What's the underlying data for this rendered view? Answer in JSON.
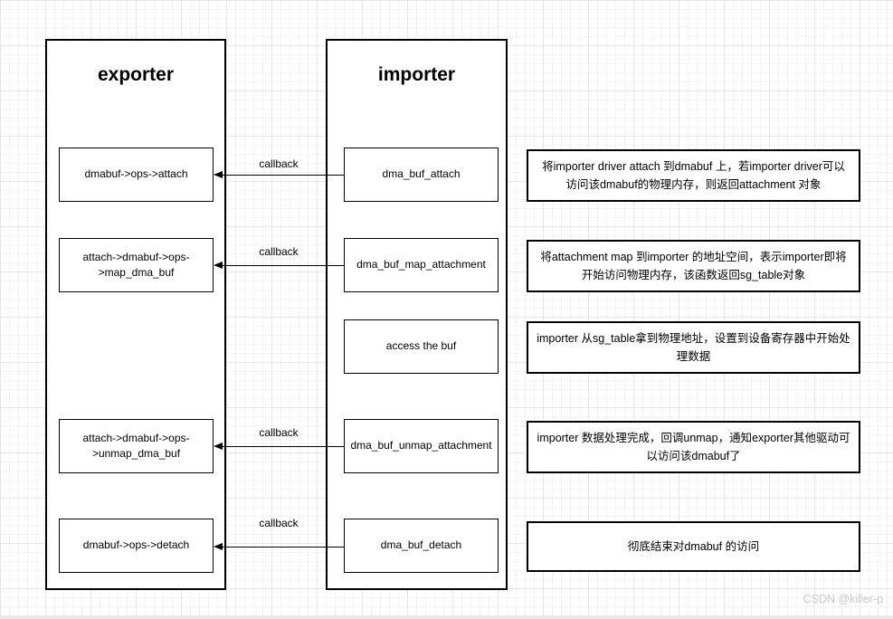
{
  "diagram": {
    "exporter": {
      "title": "exporter",
      "nodes": [
        "dmabuf->ops->attach",
        "attach->dmabuf->ops->map_dma_buf",
        "attach->dmabuf->ops->unmap_dma_buf",
        "dmabuf->ops->detach"
      ]
    },
    "importer": {
      "title": "importer",
      "nodes": [
        "dma_buf_attach",
        "dma_buf_map_attachment",
        "access the buf",
        "dma_buf_unmap_attachment",
        "dma_buf_detach"
      ]
    },
    "arrows": {
      "label": "callback"
    },
    "descriptions": [
      "将importer driver attach 到dmabuf 上，若importer driver可以访问该dmabuf的物理内存，则返回attachment 对象",
      "将attachment map 到importer 的地址空间，表示importer即将开始访问物理内存，该函数返回sg_table对象",
      "importer 从sg_table拿到物理地址，设置到设备寄存器中开始处理数据",
      "importer 数据处理完成，回调unmap，通知exporter其他驱动可以访问该dmabuf了",
      "彻底结束对dmabuf 的访问"
    ],
    "watermark": "CSDN @killer-p",
    "colors": {
      "background": "#ffffff",
      "border": "#000000",
      "grid_major": "#e7e7e7",
      "grid_minor": "#f4f4f4",
      "watermark": "#c9c9c9"
    }
  }
}
